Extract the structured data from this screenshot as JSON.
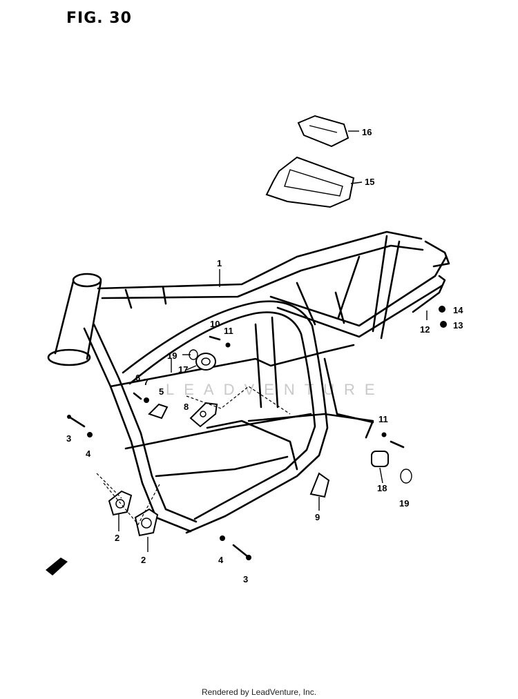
{
  "figure": {
    "title": "FIG. 30"
  },
  "watermark": "LEADVENTURE",
  "footer": "Rendered by LeadVenture, Inc.",
  "callouts": {
    "c1": "1",
    "c2a": "2",
    "c2b": "2",
    "c3a": "3",
    "c3b": "3",
    "c4a": "4",
    "c4b": "4",
    "c5": "5",
    "c6": "6",
    "c7": "7",
    "c8": "8",
    "c9": "9",
    "c10": "10",
    "c11a": "11",
    "c11b": "11",
    "c12": "12",
    "c13": "13",
    "c14": "14",
    "c15": "15",
    "c16": "16",
    "c17": "17",
    "c18": "18",
    "c19a": "19",
    "c19b": "19"
  }
}
